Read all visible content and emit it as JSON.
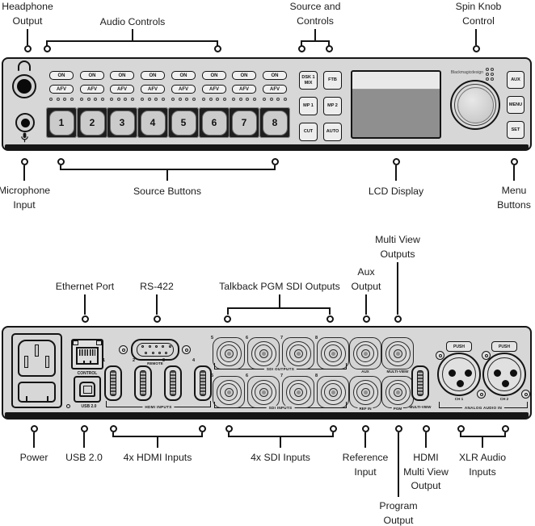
{
  "front": {
    "on_label": "ON",
    "afv_label": "AFV",
    "channels": [
      "1",
      "2",
      "3",
      "4",
      "5",
      "6",
      "7",
      "8"
    ],
    "transport": {
      "dsk": "DSK 1\nMIX",
      "ftb": "FTB",
      "mp1": "MP 1",
      "mp2": "MP 2",
      "cut": "CUT",
      "auto": "AUTO"
    },
    "brand": "Blackmagicdesign",
    "menu": {
      "aux": "AUX",
      "menu": "MENU",
      "set": "SET"
    }
  },
  "rear": {
    "control": "CONTROL",
    "usb": "USB 2.0",
    "remote": "REMOTE",
    "hdmi_numbers": [
      "1",
      "2",
      "3",
      "4"
    ],
    "hdmi_bracket": "HDMI INPUTS",
    "sdi_out_numbers": [
      "5",
      "6",
      "7",
      "8"
    ],
    "sdi_out_bracket": "SDI OUTPUTS",
    "sdi_in_numbers": [
      "5",
      "6",
      "7",
      "8"
    ],
    "sdi_in_bracket": "SDI INPUTS",
    "aux": "AUX",
    "multiview_bnc": "MULTI-VIEW",
    "ref_in": "REF IN",
    "pgm": "PGM",
    "multiview_hdmi": "MULTI-VIEW",
    "push": "PUSH",
    "ch1": "CH 1",
    "ch2": "CH 2",
    "analog_bracket": "ANALOG AUDIO IN"
  },
  "callouts": {
    "front_top": {
      "headphone_output": "Headphone\nOutput",
      "audio_controls": "Audio Controls",
      "source_and_controls": "Source and\nControls",
      "spin_knob_control": "Spin Knob\nControl"
    },
    "front_bottom": {
      "microphone_input": "Microphone\nInput",
      "source_buttons": "Source Buttons",
      "lcd_display": "LCD Display",
      "menu_buttons": "Menu\nButtons"
    },
    "rear_top": {
      "ethernet_port": "Ethernet Port",
      "rs422": "RS-422",
      "talkback": "Talkback PGM SDI Outputs",
      "aux_output": "Aux\nOutput",
      "multi_view_outputs": "Multi View\nOutputs"
    },
    "rear_bottom": {
      "power": "Power",
      "usb": "USB 2.0",
      "hdmi_inputs": "4x HDMI Inputs",
      "sdi_inputs": "4x SDI Inputs",
      "reference_input": "Reference\nInput",
      "program_output": "Program\nOutput",
      "hdmi_multi_view_output": "HDMI\nMulti View\nOutput",
      "xlr_audio_inputs": "XLR Audio\nInputs"
    }
  }
}
